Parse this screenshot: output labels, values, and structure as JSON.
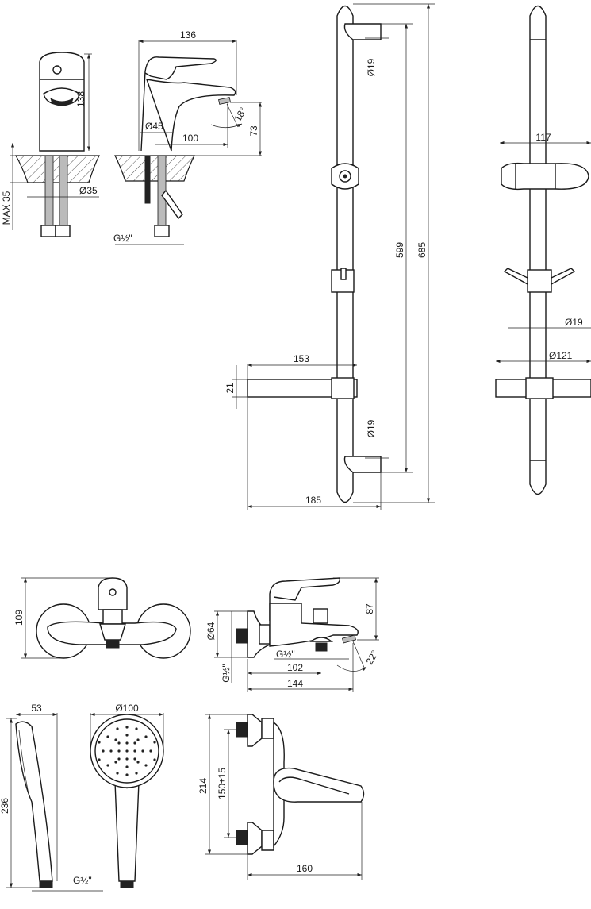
{
  "title": "Shower set technical drawing",
  "colors": {
    "line": "#1a1a1a",
    "background": "#ffffff"
  },
  "basin_mixer": {
    "front": {
      "height": "138",
      "max_counter": "MAX 35",
      "hole_diameter": "Ø35"
    },
    "side": {
      "width": "136",
      "base_diameter": "Ø45",
      "spout_reach": "100",
      "spout_height": "73",
      "spout_angle": "18°",
      "connection": "G½\""
    }
  },
  "shower_rail": {
    "front": {
      "bracket_top_diameter": "Ø19",
      "inner_length": "599",
      "total_length": "685",
      "dish_width": "153",
      "dish_height": "21",
      "bracket_bottom_diameter": "Ø19",
      "wall_offset": "185"
    },
    "side": {
      "slider_width": "117",
      "rod_diameter": "Ø19",
      "dish_diameter": "Ø121"
    }
  },
  "bath_mixer": {
    "front": {
      "height": "109"
    },
    "side": {
      "flange_diameter": "Ø64",
      "height": "87",
      "outlet_connection": "G½\"",
      "spout_reach": "102",
      "total_depth": "144",
      "spout_angle": "22°",
      "inlet_connection": "G½\""
    },
    "top": {
      "width_total": "214",
      "center_distance": "150±15",
      "depth": "160"
    }
  },
  "hand_shower": {
    "depth": "53",
    "head_diameter": "Ø100",
    "length": "236",
    "connection": "G½\""
  }
}
